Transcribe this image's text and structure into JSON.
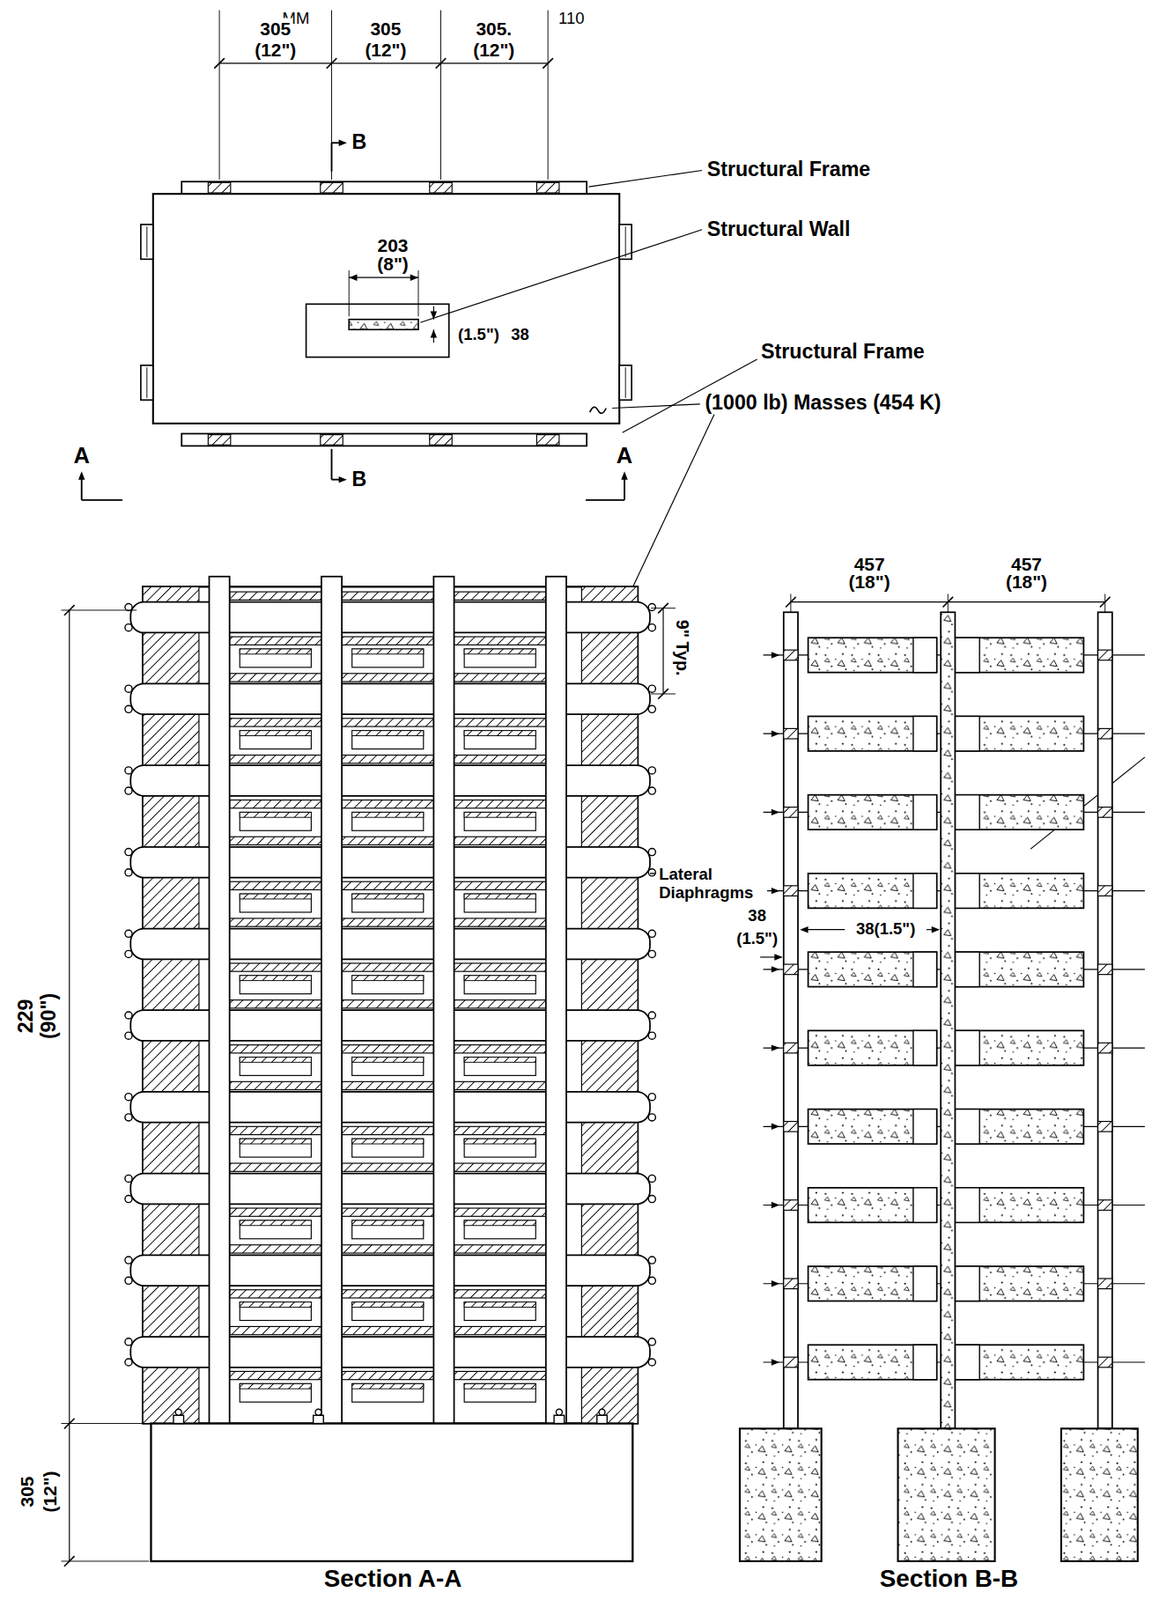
{
  "diagram": {
    "labels": [
      "MM",
      "110",
      "305",
      "(12\")",
      "305",
      "(12\")",
      "305.",
      "(12\")",
      "B",
      "Structural Frame",
      "Structural Wall",
      "203",
      "(8\")",
      "(1.5\")",
      "38",
      "Structural Frame",
      "(1000 lb) Masses (454 K)",
      "A",
      "A",
      "B",
      "9\"",
      "Typ.",
      "Lateral Diaphragms",
      "457",
      "(18\")",
      "457",
      "(18\")",
      "38",
      "(1.5\")",
      "38(1.5\")",
      "229",
      "(90\")",
      "305",
      "(12\")",
      "Section A-A",
      "Section B-B"
    ]
  }
}
